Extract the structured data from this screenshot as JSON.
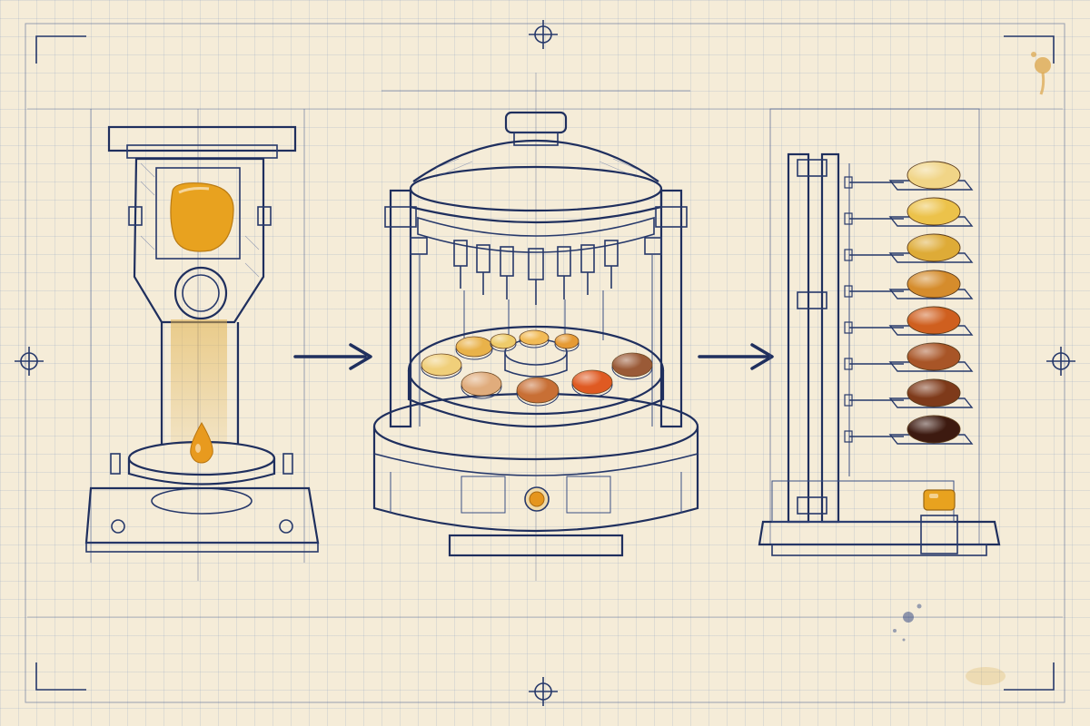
{
  "colors": {
    "paper": "#f5ecd8",
    "grid": "#a8b6cc",
    "ink": "#2b3f73",
    "amber": "#e8a21f",
    "stain": "#d9a843"
  },
  "stages": [
    {
      "name": "melt-hopper"
    },
    {
      "name": "rotary-press"
    },
    {
      "name": "cooling-rack"
    }
  ],
  "press_tray_candies": [
    {
      "color": "#f0cf7a"
    },
    {
      "color": "#e9b24a"
    },
    {
      "color": "#eecb6a"
    },
    {
      "color": "#f2bb56"
    },
    {
      "color": "#e59a34"
    },
    {
      "color": "#e0ac7c"
    },
    {
      "color": "#c86f35"
    },
    {
      "color": "#df5a22"
    },
    {
      "color": "#9a5a37"
    }
  ],
  "rack_candies": [
    {
      "color": "#f1d587"
    },
    {
      "color": "#ecc24a"
    },
    {
      "color": "#deab37"
    },
    {
      "color": "#d58c2c"
    },
    {
      "color": "#cf5f1f"
    },
    {
      "color": "#a85527"
    },
    {
      "color": "#7e3a1a"
    },
    {
      "color": "#3d1a10"
    }
  ]
}
